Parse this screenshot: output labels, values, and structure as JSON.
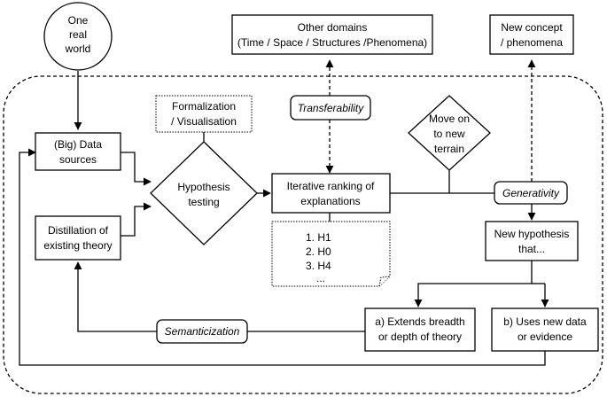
{
  "nodes": {
    "real_world": {
      "lines": [
        "One",
        "real",
        "world"
      ]
    },
    "other_domains": {
      "lines": [
        "Other domains",
        "(Time / Space / Structures /Phenomena)"
      ]
    },
    "new_concept": {
      "lines": [
        "New concept",
        "/ phenomena"
      ]
    },
    "formalization": {
      "lines": [
        "Formalization",
        "/ Visualisation"
      ]
    },
    "data_sources": {
      "lines": [
        "(Big) Data",
        "sources"
      ]
    },
    "distillation": {
      "lines": [
        "Distillation of",
        "existing theory"
      ]
    },
    "hypothesis_testing": {
      "lines": [
        "Hypothesis",
        "testing"
      ]
    },
    "iterative_ranking": {
      "lines": [
        "Iterative ranking of",
        "explanations"
      ]
    },
    "move_on": {
      "lines": [
        "Move on",
        "to new",
        "terrain"
      ]
    },
    "new_hypothesis": {
      "lines": [
        "New hypothesis",
        "that..."
      ]
    },
    "extends": {
      "lines": [
        "a) Extends breadth",
        "or depth of theory"
      ]
    },
    "uses_new": {
      "lines": [
        "b) Uses new data",
        "or evidence"
      ]
    }
  },
  "ranked_list": {
    "items": [
      "1.    H1",
      "2.    H0",
      "3.    H4"
    ],
    "ellipsis": "..."
  },
  "labels": {
    "transferability": "Transferability",
    "generativity": "Generativity",
    "semanticization": "Semanticization"
  }
}
